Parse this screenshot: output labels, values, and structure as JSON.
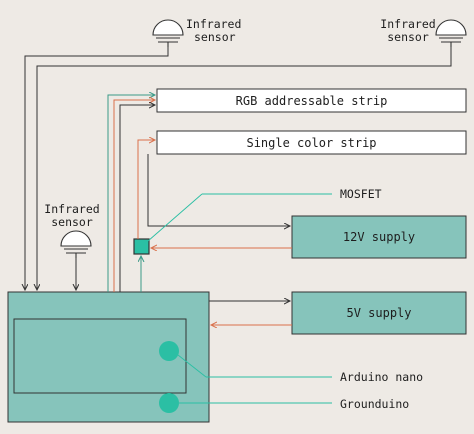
{
  "labels": {
    "ir_sensor_left": [
      "Infrared",
      "sensor"
    ],
    "ir_sensor_top_mid": [
      "Infrared",
      "sensor"
    ],
    "ir_sensor_top_right": [
      "Infrared",
      "sensor"
    ],
    "rgb_strip": "RGB addressable strip",
    "single_strip": "Single color strip",
    "mosfet": "MOSFET",
    "supply_12v": "12V supply",
    "supply_5v": "5V supply",
    "arduino_nano": "Arduino nano",
    "grounduino": "Grounduino"
  },
  "colors": {
    "background": "#eeeae5",
    "teal_box": "#86c4bb",
    "teal_dot": "#2bbfa4",
    "wire_dark": "#333333",
    "wire_orange": "#d9704b",
    "wire_green": "#3a9a88",
    "strip_fill": "#ffffff"
  },
  "icons": {
    "sensor": "infrared-sensor-dome-icon"
  }
}
